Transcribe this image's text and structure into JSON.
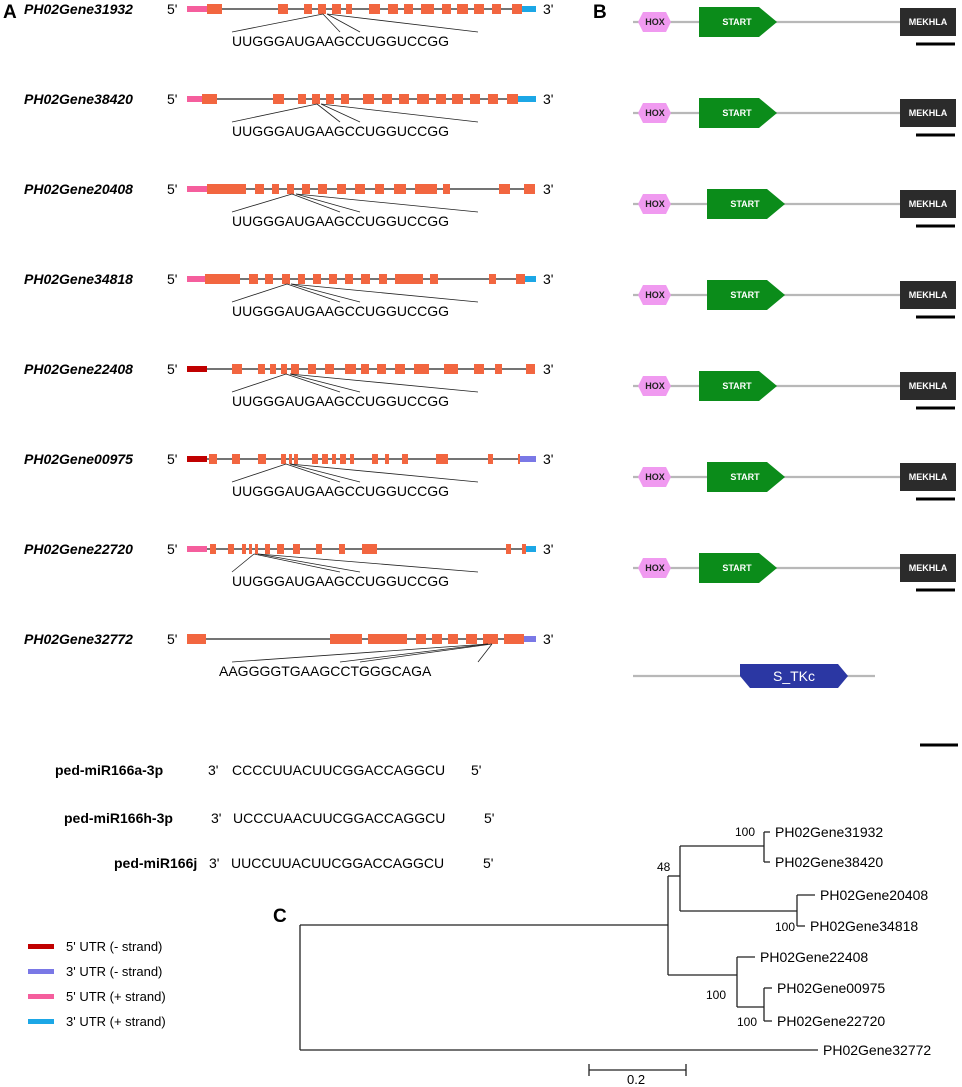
{
  "panel_labels": {
    "a": "A",
    "b": "B",
    "c": "C"
  },
  "prime5": "5'",
  "prime3": "3'",
  "colors": {
    "exon": "#f26640",
    "utr5_minus": "#c00000",
    "utr3_minus": "#7a78e6",
    "utr5_plus": "#f55e9d",
    "utr3_plus": "#1ca7e6",
    "hox": "#f09af0",
    "start": "#0b8c1a",
    "mekhla": "#2b2b2b",
    "stkc": "#2b37a3",
    "line": "#222222",
    "domain_line": "#b8b8b8"
  },
  "genes": [
    {
      "name": "PH02Gene31932",
      "site": "UUGGGAUGAAGCCUGGUCCGG",
      "utr5": "plus",
      "utr3": "plus",
      "exons": [
        [
          207,
          222
        ],
        [
          278,
          288
        ],
        [
          304,
          312
        ],
        [
          318,
          326
        ],
        [
          332,
          341
        ],
        [
          346,
          352
        ],
        [
          369,
          380
        ],
        [
          388,
          398
        ],
        [
          404,
          413
        ],
        [
          421,
          434
        ],
        [
          442,
          451
        ],
        [
          457,
          468
        ],
        [
          474,
          484
        ],
        [
          492,
          501
        ],
        [
          512,
          522
        ]
      ]
    },
    {
      "name": "PH02Gene38420",
      "site": "UUGGGAUGAAGCCUGGUCCGG",
      "utr5": "plus",
      "utr3": "plus",
      "exons": [
        [
          202,
          217
        ],
        [
          273,
          284
        ],
        [
          298,
          306
        ],
        [
          312,
          320
        ],
        [
          326,
          334
        ],
        [
          341,
          349
        ],
        [
          363,
          374
        ],
        [
          382,
          392
        ],
        [
          399,
          409
        ],
        [
          417,
          429
        ],
        [
          436,
          446
        ],
        [
          452,
          463
        ],
        [
          470,
          480
        ],
        [
          488,
          498
        ],
        [
          507,
          518
        ]
      ]
    },
    {
      "name": "PH02Gene20408",
      "site": "UUGGGAUGAAGCCUGGUCCGG",
      "utr5": "plus",
      "utr3": "none",
      "exons": [
        [
          207,
          246
        ],
        [
          255,
          264
        ],
        [
          272,
          279
        ],
        [
          287,
          294
        ],
        [
          302,
          310
        ],
        [
          318,
          327
        ],
        [
          337,
          346
        ],
        [
          355,
          365
        ],
        [
          375,
          384
        ],
        [
          394,
          406
        ],
        [
          415,
          437
        ],
        [
          443,
          450
        ],
        [
          499,
          510
        ],
        [
          524,
          535
        ]
      ]
    },
    {
      "name": "PH02Gene34818",
      "site": "UUGGGAUGAAGCCUGGUCCGG",
      "utr5": "plus",
      "utr3": "plus",
      "exons": [
        [
          205,
          240
        ],
        [
          249,
          258
        ],
        [
          265,
          273
        ],
        [
          282,
          290
        ],
        [
          298,
          305
        ],
        [
          313,
          321
        ],
        [
          329,
          337
        ],
        [
          345,
          353
        ],
        [
          361,
          370
        ],
        [
          379,
          387
        ],
        [
          395,
          423
        ],
        [
          430,
          438
        ],
        [
          489,
          496
        ],
        [
          516,
          525
        ]
      ]
    },
    {
      "name": "PH02Gene22408",
      "site": "UUGGGAUGAAGCCUGGUCCGG",
      "utr5": "minus",
      "utr3": "none",
      "exons": [
        [
          232,
          242
        ],
        [
          258,
          265
        ],
        [
          270,
          276
        ],
        [
          281,
          287
        ],
        [
          291,
          299
        ],
        [
          308,
          316
        ],
        [
          325,
          334
        ],
        [
          345,
          356
        ],
        [
          361,
          369
        ],
        [
          377,
          386
        ],
        [
          395,
          405
        ],
        [
          414,
          429
        ],
        [
          444,
          458
        ],
        [
          474,
          484
        ],
        [
          495,
          502
        ],
        [
          526,
          535
        ]
      ]
    },
    {
      "name": "PH02Gene00975",
      "site": "UUGGGAUGAAGCCUGGUCCGG",
      "utr5": "minus",
      "utr3": "minus",
      "exons": [
        [
          209,
          217
        ],
        [
          232,
          240
        ],
        [
          258,
          266
        ],
        [
          281,
          286
        ],
        [
          289,
          292
        ],
        [
          294,
          298
        ],
        [
          312,
          318
        ],
        [
          322,
          328
        ],
        [
          332,
          336
        ],
        [
          340,
          346
        ],
        [
          350,
          354
        ],
        [
          372,
          378
        ],
        [
          385,
          389
        ],
        [
          402,
          408
        ],
        [
          436,
          448
        ],
        [
          488,
          493
        ],
        [
          518,
          520
        ]
      ]
    },
    {
      "name": "PH02Gene22720",
      "site": "UUGGGAUGAAGCCUGGUCCGG",
      "utr5": "plus",
      "utr3": "plus",
      "exons": [
        [
          210,
          216
        ],
        [
          228,
          234
        ],
        [
          242,
          246
        ],
        [
          249,
          252
        ],
        [
          255,
          258
        ],
        [
          265,
          270
        ],
        [
          277,
          284
        ],
        [
          293,
          300
        ],
        [
          316,
          322
        ],
        [
          339,
          345
        ],
        [
          362,
          377
        ],
        [
          506,
          511
        ],
        [
          522,
          526
        ]
      ]
    },
    {
      "name": "PH02Gene32772",
      "site": "AAGGGGTGAAGCCTGGGCAGA",
      "utr5": "none",
      "utr3": "minus",
      "exons": [
        [
          187,
          206
        ],
        [
          330,
          362
        ],
        [
          368,
          407
        ],
        [
          416,
          426
        ],
        [
          432,
          442
        ],
        [
          448,
          458
        ],
        [
          466,
          477
        ],
        [
          483,
          498
        ],
        [
          504,
          524
        ]
      ]
    }
  ],
  "domains": [
    {
      "hox": "HOX",
      "start": "START",
      "mekhla": "MEKHLA"
    },
    {
      "hox": "HOX",
      "start": "START",
      "mekhla": "MEKHLA"
    },
    {
      "hox": "HOX",
      "start": "START",
      "mekhla": "MEKHLA"
    },
    {
      "hox": "HOX",
      "start": "START",
      "mekhla": "MEKHLA"
    },
    {
      "hox": "HOX",
      "start": "START",
      "mekhla": "MEKHLA"
    },
    {
      "hox": "HOX",
      "start": "START",
      "mekhla": "MEKHLA"
    },
    {
      "hox": "HOX",
      "start": "START",
      "mekhla": "MEKHLA"
    },
    {
      "stkc": "S_TKc"
    }
  ],
  "mirnas": [
    {
      "name": "ped-miR166a-3p",
      "end3": "3'",
      "seq": "CCCCUUACUUCGGACCAGGCU",
      "end5": "5'"
    },
    {
      "name": "ped-miR166h-3p",
      "end3": "3'",
      "seq": "UCCCUAACUUCGGACCAGGCU",
      "end5": "5'"
    },
    {
      "name": "ped-miR166j",
      "end3": "3'",
      "seq": "UUCCUUACUUCGGACCAGGCU",
      "end5": "5'"
    }
  ],
  "legend": [
    {
      "label": "5' UTR (- strand)",
      "color": "#c00000"
    },
    {
      "label": "3' UTR (- strand)",
      "color": "#7a78e6"
    },
    {
      "label": "5' UTR (+ strand)",
      "color": "#f55e9d"
    },
    {
      "label": "3' UTR (+ strand)",
      "color": "#1ca7e6"
    }
  ],
  "tree": {
    "leaves": [
      "PH02Gene31932",
      "PH02Gene38420",
      "PH02Gene20408",
      "PH02Gene34818",
      "PH02Gene22408",
      "PH02Gene00975",
      "PH02Gene22720",
      "PH02Gene32772"
    ],
    "bootstrap": [
      "100",
      "48",
      "100",
      "100",
      "100"
    ],
    "scale_label": "0.2",
    "scale_value": 0.2
  }
}
